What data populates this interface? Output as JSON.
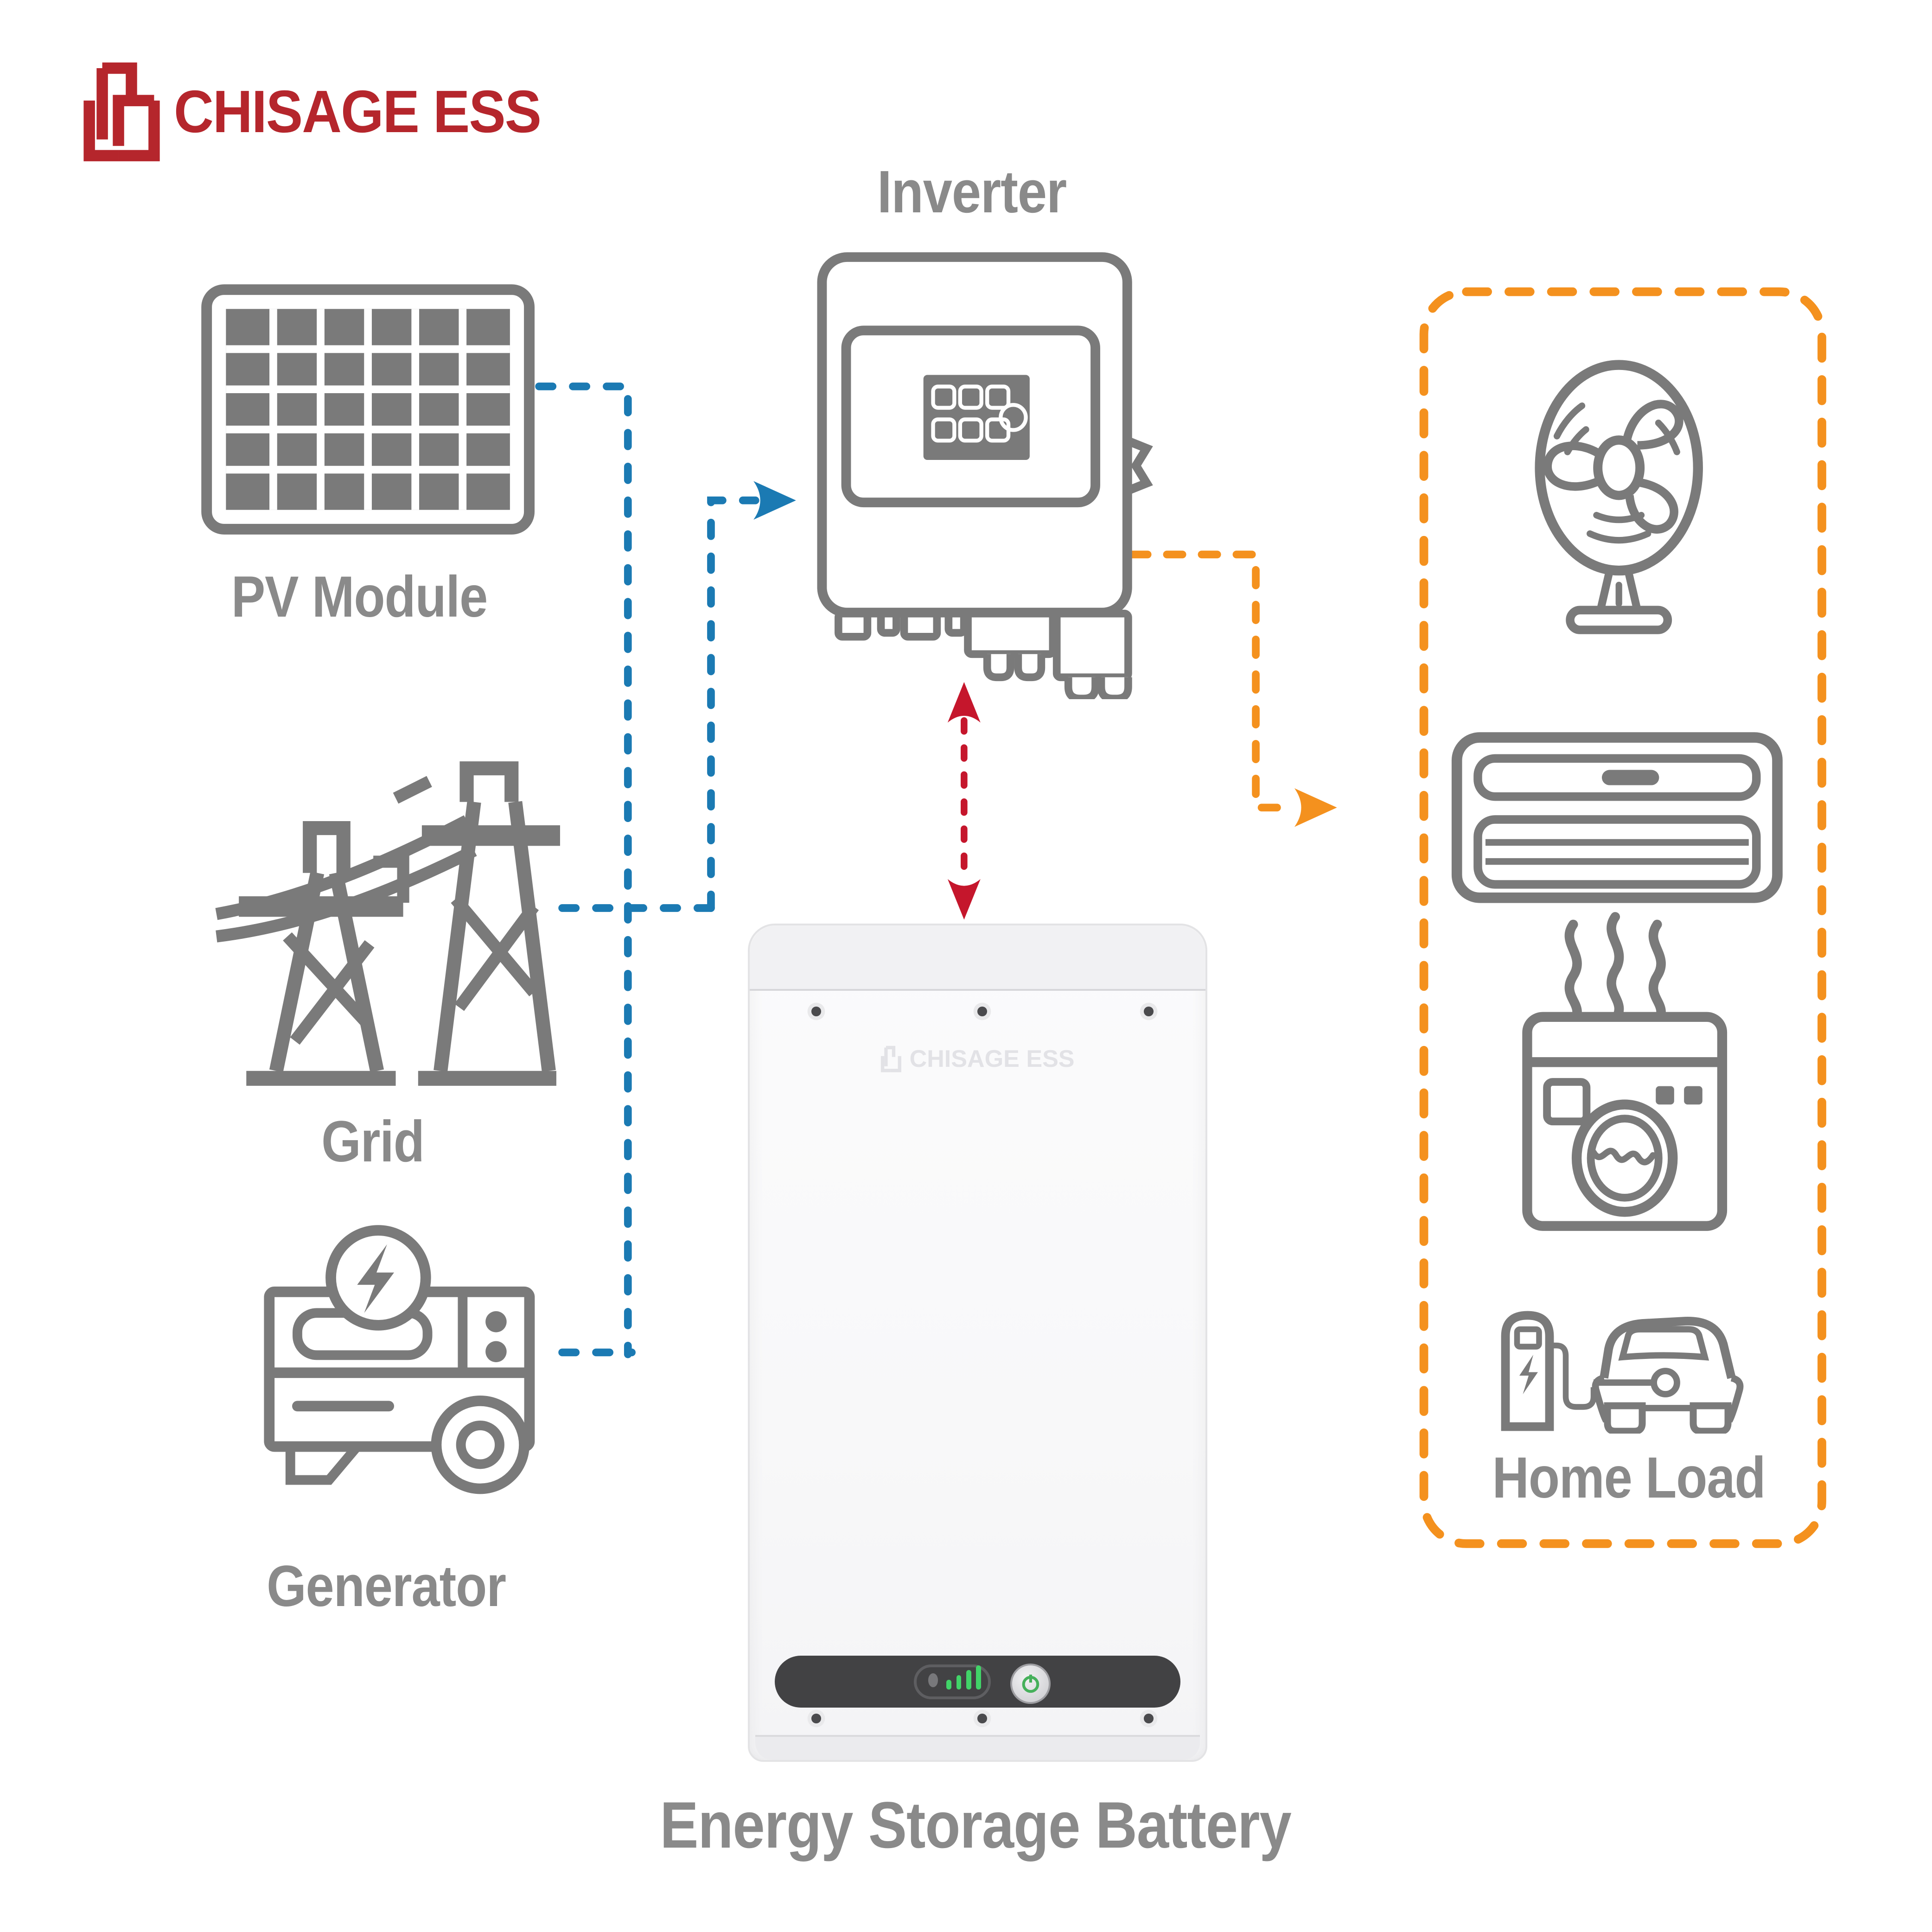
{
  "brand": {
    "name": "CHISAGE ESS"
  },
  "labels": {
    "inverter": "Inverter",
    "pv_module": "PV Module",
    "grid": "Grid",
    "generator": "Generator",
    "battery": "Energy Storage Battery",
    "home_load": "Home Load"
  },
  "battery": {
    "watermark": "CHISAGE ESS",
    "led_bars": 4,
    "status": "on"
  },
  "colors": {
    "brand_red": "#b5262c",
    "icon_gray": "#7a7a7a",
    "label_gray": "#8a8a8a",
    "blue_flow": "#1b7ab3",
    "red_flow": "#c5162c",
    "orange_flow": "#f4911e",
    "led_green": "#41d468"
  },
  "icons": [
    "chisage-logo-mark",
    "pv-module-icon",
    "grid-icon",
    "generator-icon",
    "inverter-device",
    "battery-device",
    "fan-icon",
    "air-conditioner-icon",
    "washing-machine-icon",
    "ev-charger-icon"
  ],
  "flows": [
    {
      "from": "pv-module",
      "to": "inverter",
      "color": "blue"
    },
    {
      "from": "grid",
      "to": "inverter",
      "color": "blue"
    },
    {
      "from": "generator",
      "to": "inverter",
      "color": "blue"
    },
    {
      "from": "inverter",
      "to": "battery",
      "color": "red",
      "bidirectional": true
    },
    {
      "from": "inverter",
      "to": "home-load",
      "color": "orange"
    }
  ]
}
